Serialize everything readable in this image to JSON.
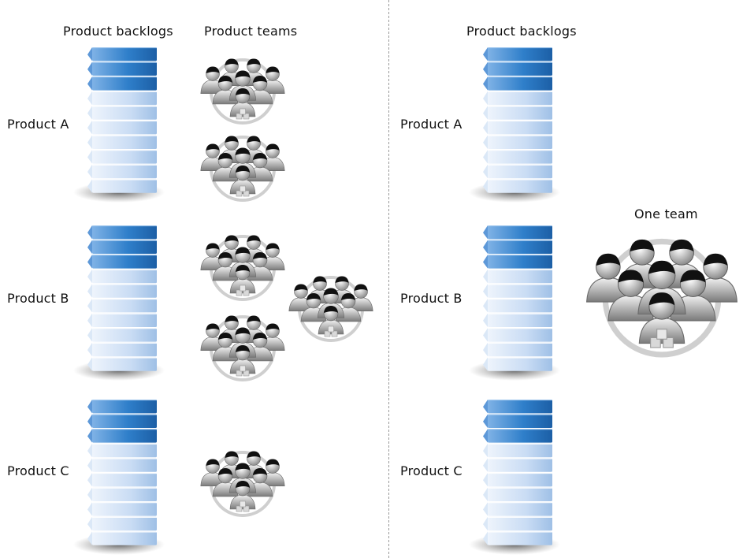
{
  "left": {
    "backlogs_header": "Product backlogs",
    "teams_header": "Product teams",
    "products": [
      "Product A",
      "Product B",
      "Product C"
    ],
    "team_counts": [
      2,
      3,
      1
    ]
  },
  "right": {
    "backlogs_header": "Product backlogs",
    "products": [
      "Product A",
      "Product B",
      "Product C"
    ],
    "one_team_label": "One team"
  },
  "colors": {
    "backlog_dark": "#2f7fca",
    "backlog_light": "#c9dcf4",
    "team_ring": "#cfcfcf",
    "divider": "#9a9a9a"
  },
  "icons": {
    "backlog": "backlog-stack-icon",
    "team": "team-group-icon"
  }
}
